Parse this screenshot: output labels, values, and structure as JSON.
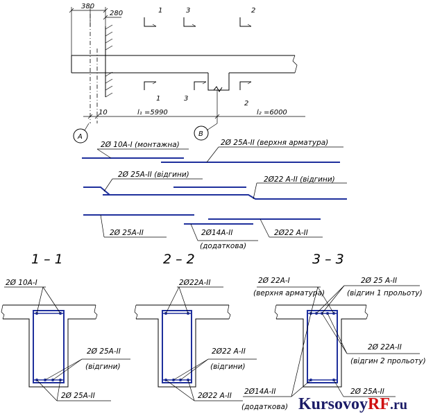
{
  "elevation": {
    "dims_top": [
      "380",
      "280"
    ],
    "cuts": [
      "1",
      "3",
      "2",
      "1",
      "3",
      "2"
    ],
    "dim_10": "10",
    "span1": "l₁ =5990",
    "span2": "l₂ =6000",
    "axis_a": "A",
    "axis_b": "B"
  },
  "rebar_callouts": {
    "top_left": "2Ø 10A-I (монтажна)",
    "top_right": "2Ø 25A-II (верхня арматура)",
    "mid_left": "2Ø 25A-II (відгини)",
    "mid_right": "2Ø22 A-II (відгини)",
    "bot_left": "2Ø 25A-II",
    "bot_mid_1": "2Ø14A-II",
    "bot_mid_2": "(додаткова)",
    "bot_right": "2Ø22 A-II"
  },
  "sections": {
    "s1": {
      "title": "1 – 1",
      "top": "2Ø 10A-I",
      "side_1": "2Ø 25A-II",
      "side_2": "(відгини)",
      "bottom": "2Ø 25A-II"
    },
    "s2": {
      "title": "2 – 2",
      "top": "2Ø22A-II",
      "side_1": "2Ø22 A-II",
      "side_2": "(відгини)",
      "bottom": "2Ø22 A-II"
    },
    "s3": {
      "title": "3 – 3",
      "top_1": "2Ø 22A-I",
      "top_2": "(верхня арматура)",
      "tr_1": "2Ø 25 A-II",
      "tr_2": "(відгин 1 прольоту)",
      "mr_1": "2Ø 22A-II",
      "mr_2": "(відгин 2 прольоту)",
      "bl_1": "2Ø14A-II",
      "bl_2": "(додаткова)",
      "br": "2Ø 25A-II"
    }
  },
  "watermark": {
    "part1": "Kursovoy",
    "part2": "RF",
    "part3": ".ru"
  },
  "colors": {
    "rebar": "#1e2f9c",
    "watermark_dark": "#1a1a66",
    "watermark_red": "#d01010"
  }
}
